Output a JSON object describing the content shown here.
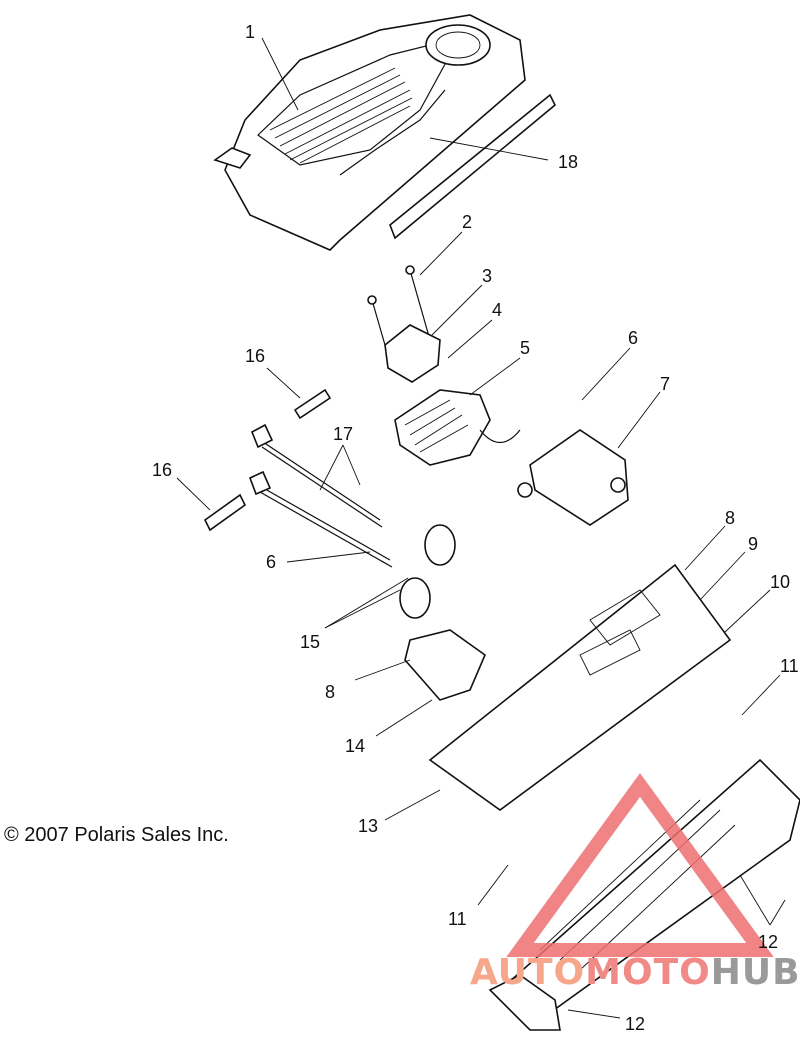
{
  "callouts": [
    "1",
    "18",
    "2",
    "3",
    "4",
    "5",
    "6",
    "7",
    "16",
    "17",
    "16",
    "6",
    "8",
    "9",
    "10",
    "15",
    "8",
    "14",
    "11",
    "13",
    "11",
    "12",
    "12"
  ],
  "copyright": "© 2007 Polaris Sales Inc.",
  "watermark": {
    "part1": "AUTO",
    "part2": "MOTO",
    "part3": "HUB"
  },
  "colors": {
    "line": "#111111",
    "watermark_triangle": "#ee6f6f",
    "watermark_auto": "#f6a78b",
    "watermark_moto": "#f08a86",
    "watermark_hub": "#9a9a9a"
  }
}
